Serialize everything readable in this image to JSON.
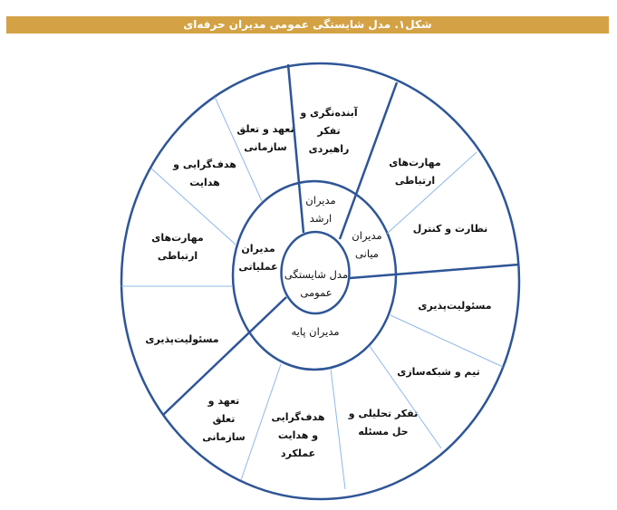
{
  "figure": {
    "title": "شکل۱. مدل شایستگی عمومی مدیران حرفه‌ای",
    "colors": {
      "banner": "#d4a245",
      "banner_text": "#ffffff",
      "primary_line": "#2e5597",
      "secondary_line": "#8db8e8"
    }
  },
  "diagram": {
    "center": {
      "lines": [
        "مدل شایستگی",
        "عمومی"
      ]
    },
    "manager_levels": [
      {
        "id": "senior",
        "lines": [
          "مدیران",
          "ارشد"
        ]
      },
      {
        "id": "middle",
        "lines": [
          "مدیران",
          "میانی"
        ]
      },
      {
        "id": "base",
        "lines": [
          "مدیران پایه"
        ]
      },
      {
        "id": "operational",
        "lines": [
          "مدیران",
          "عملیاتی"
        ]
      }
    ],
    "competencies": [
      {
        "level": "senior",
        "lines": [
          "آبنده‌نگری و",
          "تفکر",
          "راهبردی"
        ]
      },
      {
        "level": "middle",
        "lines": [
          "مهارت‌های",
          "ارتباطی"
        ]
      },
      {
        "level": "middle",
        "lines": [
          "نظارت و کنترل"
        ]
      },
      {
        "level": "base",
        "lines": [
          "مسئولیت‌پذیری"
        ]
      },
      {
        "level": "base",
        "lines": [
          "تیم و شبکه‌سازی"
        ]
      },
      {
        "level": "base",
        "lines": [
          "تفکر تحلیلی و",
          "حل مسئله"
        ]
      },
      {
        "level": "base",
        "lines": [
          "هدف‌گرایی",
          "و هدایت",
          "عملکرد"
        ]
      },
      {
        "level": "operational",
        "lines": [
          "تعهد و",
          "تعلق",
          "سازمانی"
        ]
      },
      {
        "level": "operational",
        "lines": [
          "مسئولیت‌پذیری"
        ]
      },
      {
        "level": "operational",
        "lines": [
          "مهارت‌های",
          "ارتباطی"
        ]
      },
      {
        "level": "operational",
        "lines": [
          "هدف‌گرایی و",
          "هدایت"
        ]
      },
      {
        "level": "operational",
        "lines": [
          "تعهد و تعلق",
          "سازمانی"
        ]
      }
    ]
  }
}
